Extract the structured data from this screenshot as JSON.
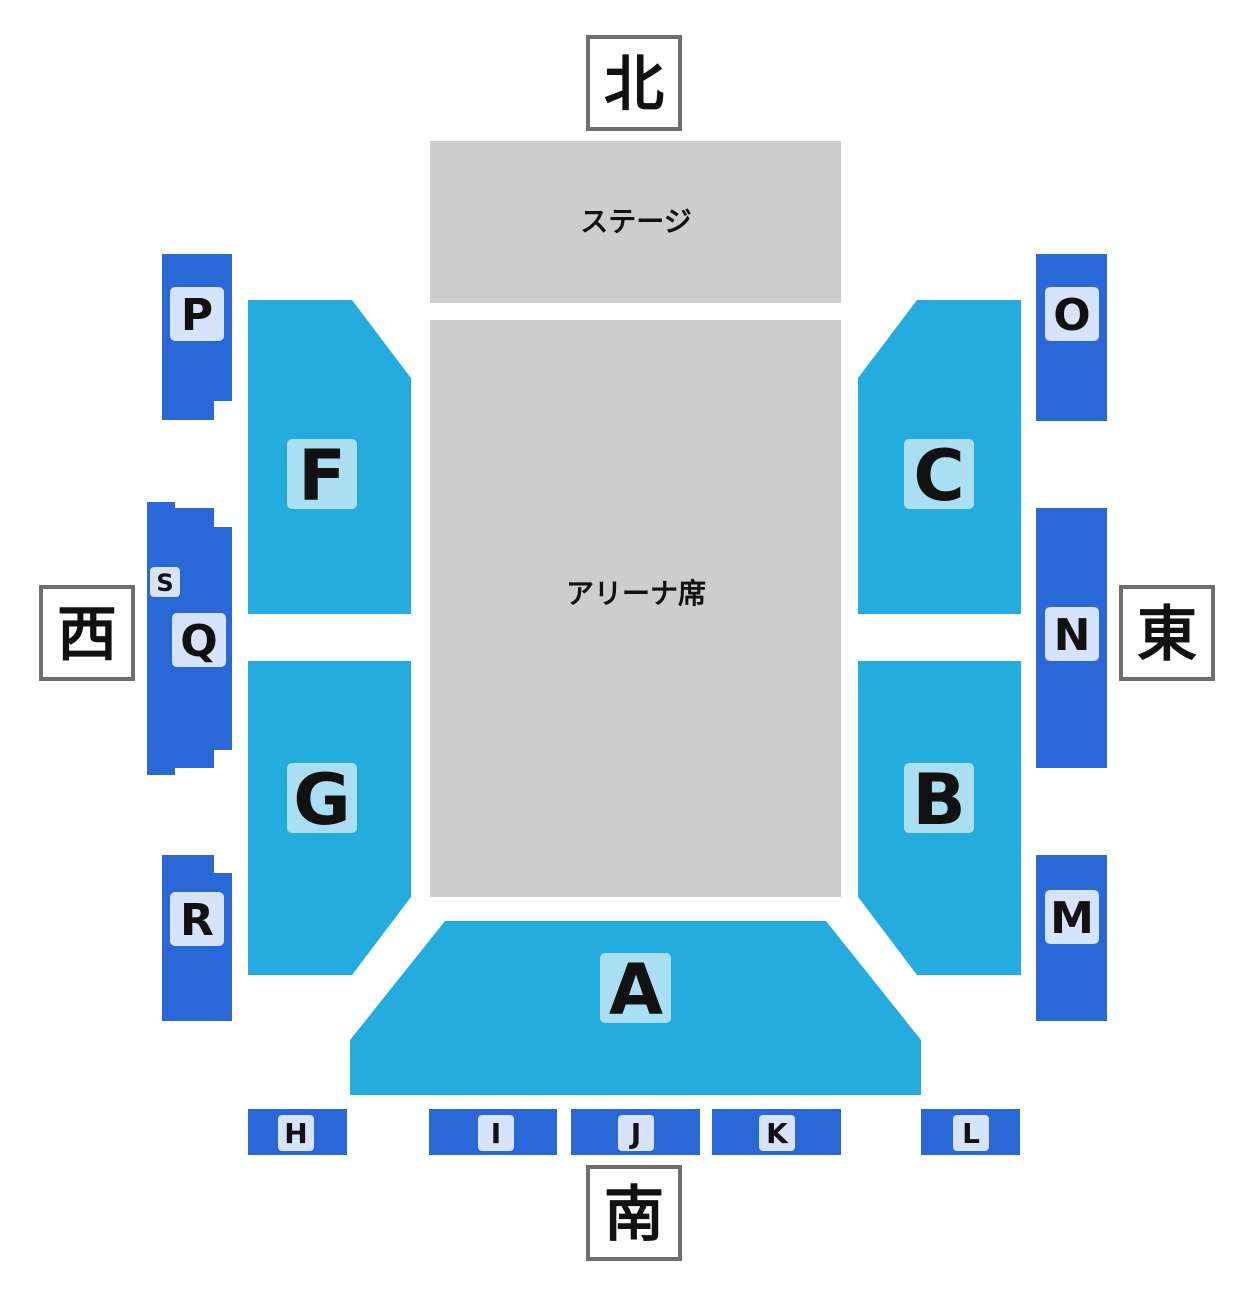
{
  "colors": {
    "stand_block": "#24acdf",
    "upper_block": "#2a68d8",
    "stage_arena": "#cdcdcd",
    "stand_label_bg": "#aadff3",
    "upper_label_bg": "#d6e3fb",
    "compass_border": "#6e6e6e"
  },
  "compass": {
    "north": "北",
    "south": "南",
    "east": "東",
    "west": "西"
  },
  "zones": {
    "stage": "ステージ",
    "arena": "アリーナ席"
  },
  "blocks": {
    "A": "A",
    "B": "B",
    "C": "C",
    "F": "F",
    "G": "G",
    "H": "H",
    "I": "I",
    "J": "J",
    "K": "K",
    "L": "L",
    "M": "M",
    "N": "N",
    "O": "O",
    "P": "P",
    "Q": "Q",
    "R": "R",
    "S": "S"
  }
}
